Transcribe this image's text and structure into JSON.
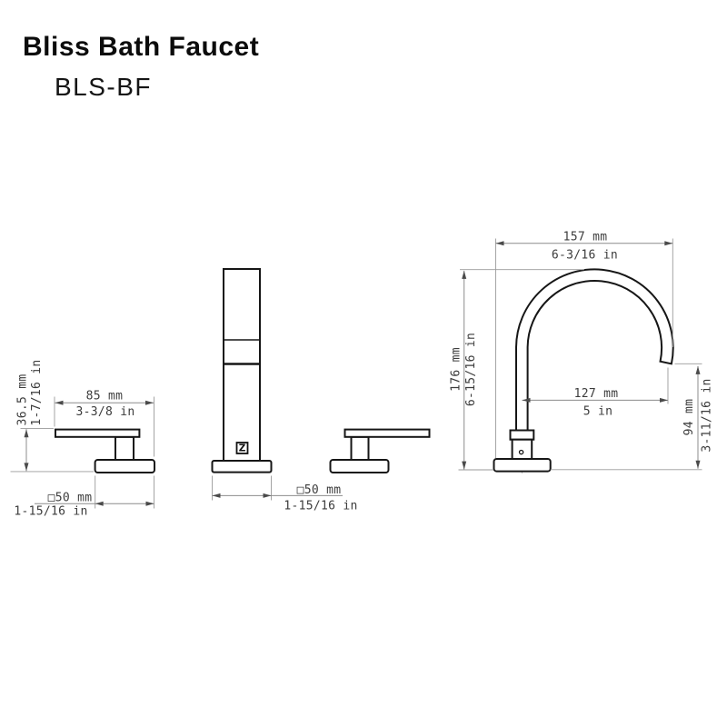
{
  "header": {
    "title": "Bliss Bath Faucet",
    "model": "BLS-BF"
  },
  "brand": {
    "logo_letter": "Z"
  },
  "views": {
    "handle_side": {
      "dim_height": {
        "mm": "36.5 mm",
        "in": "1-7/16 in"
      },
      "dim_lever_length": {
        "mm": "85 mm",
        "in": "3-3/8 in"
      },
      "dim_base_width": {
        "mm": "□50 mm",
        "in": "1-15/16 in"
      }
    },
    "body_front": {
      "dim_base_width": {
        "mm": "□50 mm",
        "in": "1-15/16 in"
      }
    },
    "spout_side": {
      "dim_overall_width": {
        "mm": "157 mm",
        "in": "6-3/16 in"
      },
      "dim_overall_height": {
        "mm": "176 mm",
        "in": "6-15/16 in"
      },
      "dim_spout_reach": {
        "mm": "127 mm",
        "in": "5 in"
      },
      "dim_outlet_height": {
        "mm": "94 mm",
        "in": "3-11/16 in"
      }
    }
  }
}
